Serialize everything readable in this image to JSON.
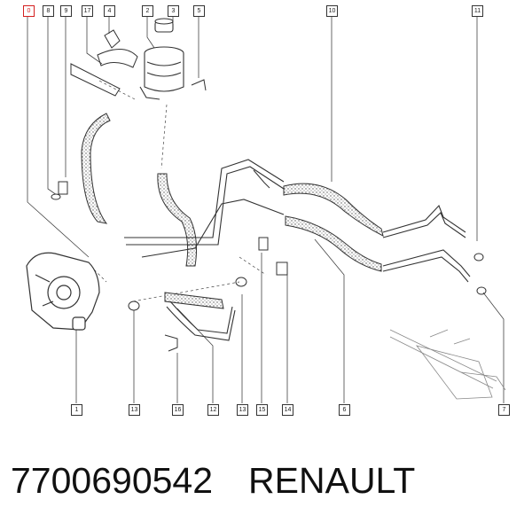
{
  "diagram": {
    "callouts": [
      {
        "id": "c0",
        "label": "0",
        "highlight": true
      },
      {
        "id": "c8",
        "label": "8"
      },
      {
        "id": "c9",
        "label": "9"
      },
      {
        "id": "c17",
        "label": "17"
      },
      {
        "id": "c4",
        "label": "4"
      },
      {
        "id": "c2",
        "label": "2"
      },
      {
        "id": "c3",
        "label": "3"
      },
      {
        "id": "c5",
        "label": "5"
      },
      {
        "id": "c10",
        "label": "10"
      },
      {
        "id": "c11",
        "label": "11"
      },
      {
        "id": "c1",
        "label": "1"
      },
      {
        "id": "c13a",
        "label": "13"
      },
      {
        "id": "c16",
        "label": "16"
      },
      {
        "id": "c12",
        "label": "12"
      },
      {
        "id": "c13b",
        "label": "13"
      },
      {
        "id": "c15",
        "label": "15"
      },
      {
        "id": "c14",
        "label": "14"
      },
      {
        "id": "c6",
        "label": "6"
      },
      {
        "id": "c7",
        "label": "7"
      }
    ]
  },
  "caption": {
    "part_number": "7700690542",
    "brand": "RENAULT"
  },
  "colors": {
    "line": "#333333",
    "highlight": "#d42020",
    "background": "#ffffff"
  }
}
